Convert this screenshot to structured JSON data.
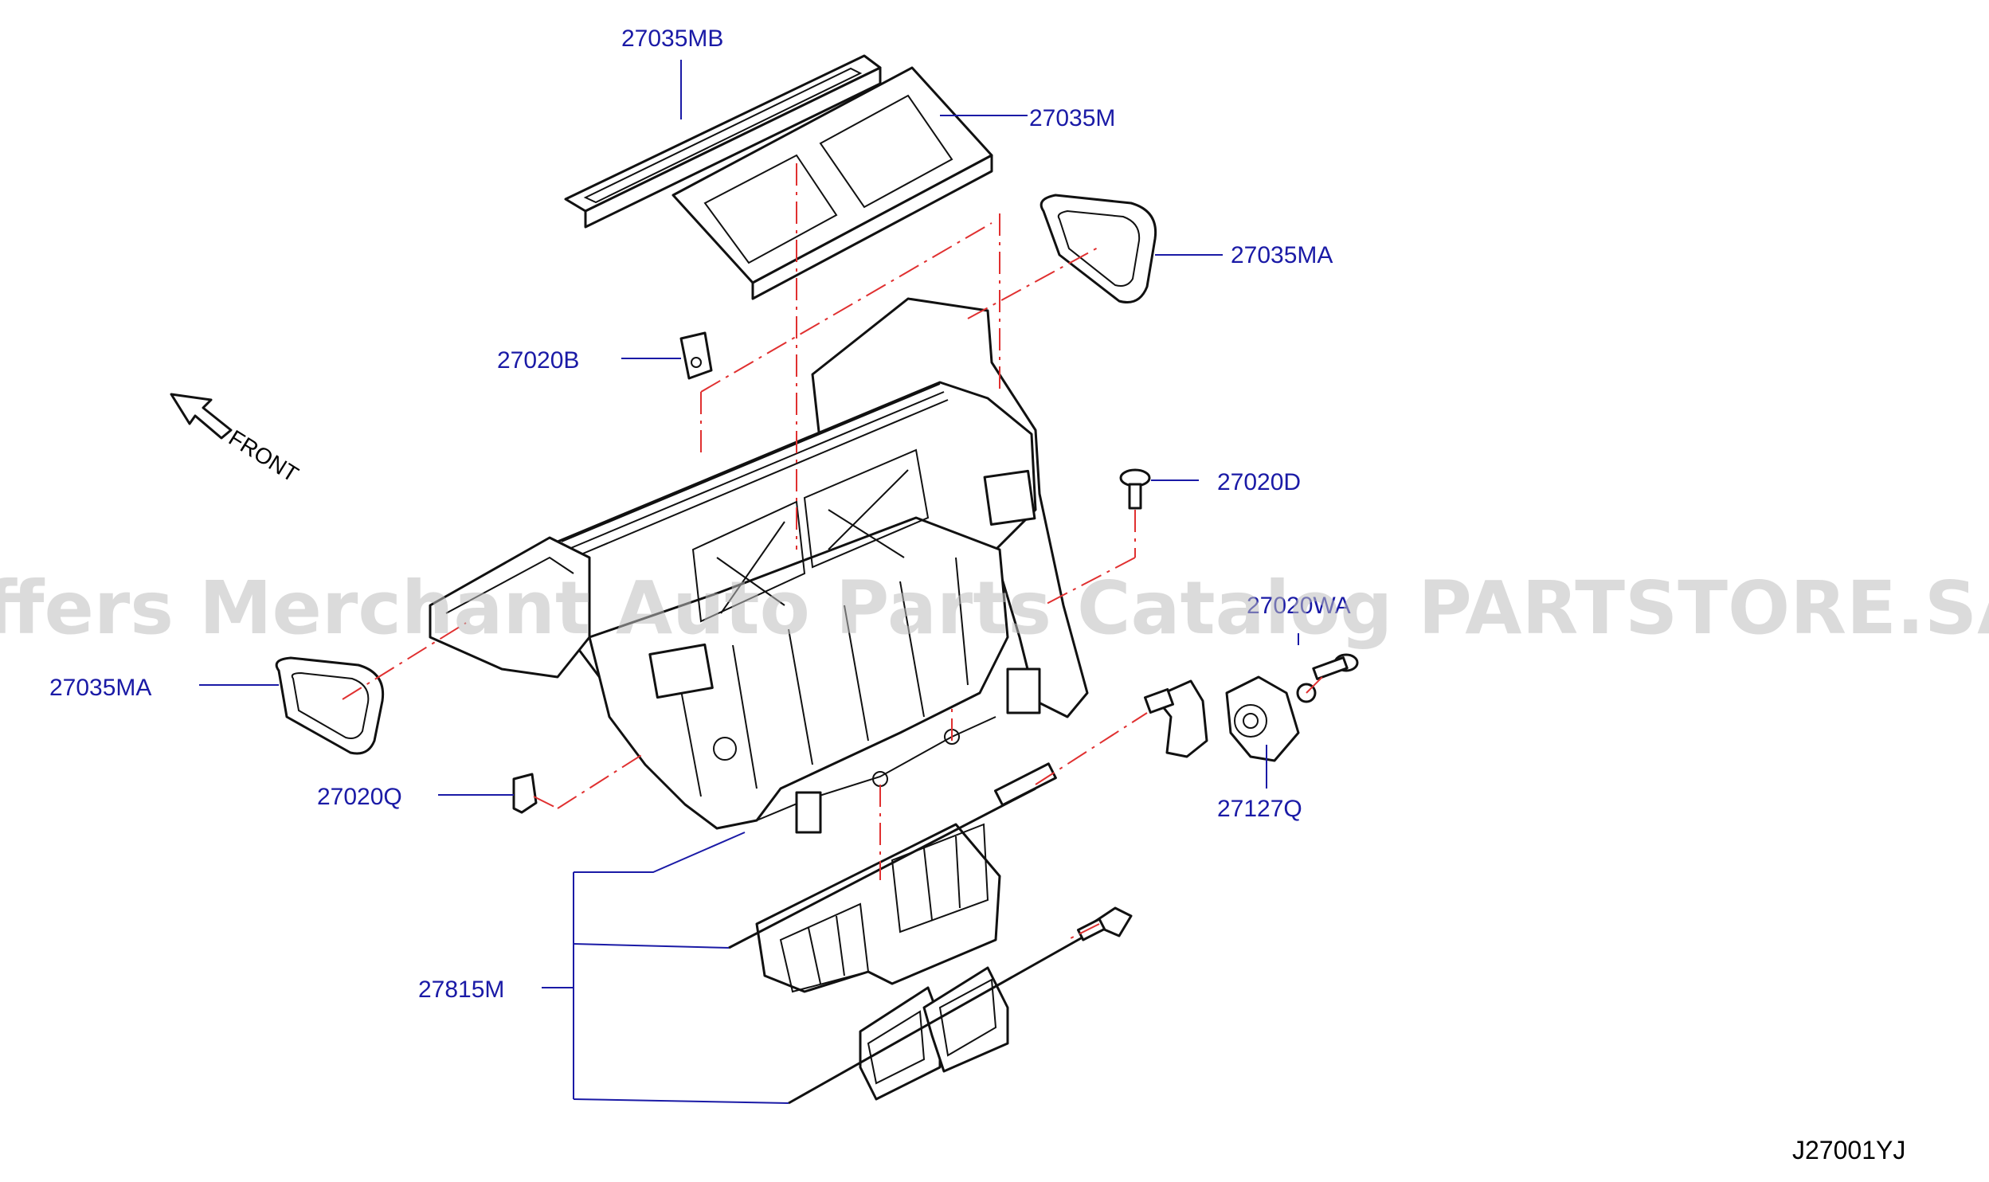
{
  "diagram": {
    "parts": [
      {
        "id": "p-27035MB",
        "label": "27035MB"
      },
      {
        "id": "p-27035M",
        "label": "27035M"
      },
      {
        "id": "p-27035MA-right",
        "label": "27035MA"
      },
      {
        "id": "p-27020B",
        "label": "27020B"
      },
      {
        "id": "p-27020D",
        "label": "27020D"
      },
      {
        "id": "p-27020WA",
        "label": "27020WA"
      },
      {
        "id": "p-27035MA-left",
        "label": "27035MA"
      },
      {
        "id": "p-27020Q",
        "label": "27020Q"
      },
      {
        "id": "p-27127Q",
        "label": "27127Q"
      },
      {
        "id": "p-27815M",
        "label": "27815M"
      }
    ],
    "front_label": "FRONT",
    "diagram_code": "J27001YJ",
    "watermark": "Offers Merchant Auto Parts Catalog PARTSTORE.SA",
    "colors": {
      "label": "#1a1aa6",
      "centerline": "#e03030",
      "line": "#111111"
    }
  }
}
